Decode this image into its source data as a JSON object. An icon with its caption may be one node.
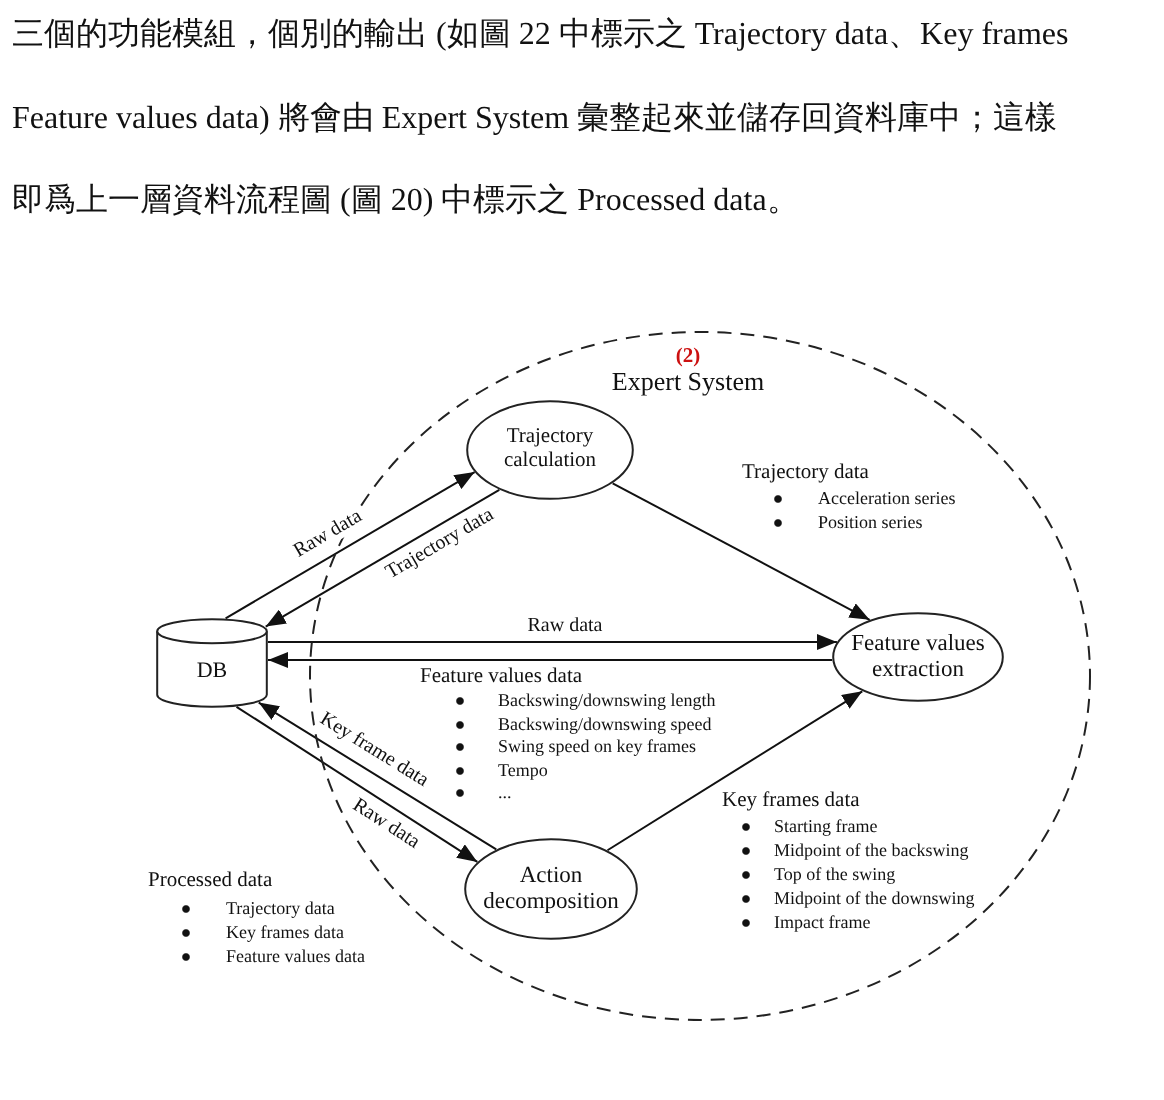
{
  "diagram": {
    "nodes": [
      {
        "text": [
          "(2)",
          "Expert System"
        ]
      },
      {
        "text": [
          "Trajectory calculation"
        ],
        "in": 0
      },
      {
        "text": [
          "DB"
        ]
      },
      {
        "text": [
          "Feature values extraction"
        ],
        "in": 0
      },
      {
        "text": [
          "Action decomposition"
        ],
        "in": 0
      }
    ],
    "edges": [
      {
        "from": 2,
        "to": 1,
        "arrow": "to",
        "label": "Raw data"
      },
      {
        "from": 1,
        "to": 2,
        "arrow": "to",
        "label": "Trajectory data"
      },
      {
        "from": 1,
        "to": 3,
        "arrow": "to"
      },
      {
        "from": 2,
        "to": 3,
        "arrow": "to",
        "label": "Raw data"
      },
      {
        "from": 3,
        "to": 2,
        "arrow": "to"
      },
      {
        "from": 4,
        "to": 2,
        "arrow": "to",
        "label": "Key frame data"
      },
      {
        "from": 2,
        "to": 4,
        "arrow": "to",
        "label": "Raw data"
      },
      {
        "from": 4,
        "to": 3,
        "arrow": "to"
      }
    ],
    "labels": [
      "三個的功能模組，個別的輸出 (如圖 22 中標示之 Trajectory data、Key frames",
      "Feature values data) 將會由 Expert System 彙整起來並儲存回資料庫中；這樣",
      "即爲上一層資料流程圖 (圖 20) 中標示之 Processed data。",
      "Trajectory data",
      "Acceleration series",
      "Position series",
      "Feature values data",
      "Backswing/downswing length",
      "Backswing/downswing speed",
      "Swing speed on key frames",
      "Tempo",
      "...",
      "Key frames data",
      "Starting frame",
      "Midpoint of the backswing",
      "Top of the swing",
      "Midpoint of the downswing",
      "Impact frame",
      "Processed data",
      "Trajectory data",
      "Key frames data",
      "Feature values data"
    ]
  }
}
